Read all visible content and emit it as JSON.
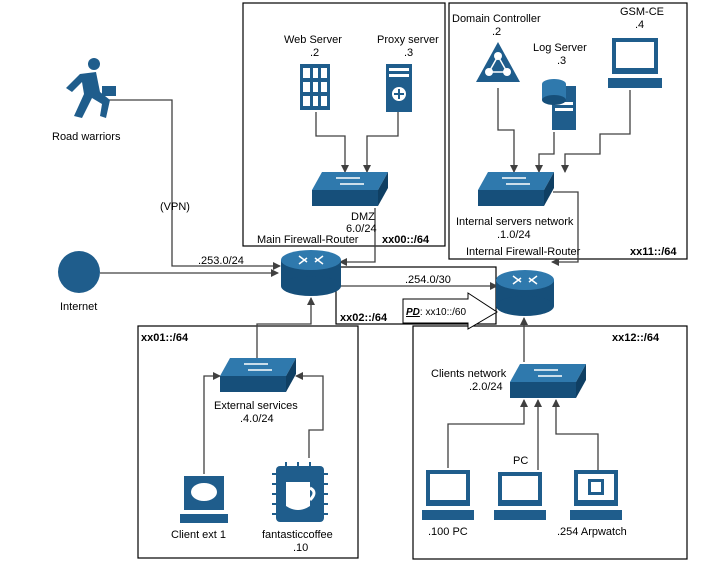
{
  "zones": {
    "dmz": "xx00::/64",
    "internal": "xx11::/64",
    "external": "xx01::/64",
    "clients": "xx12::/64",
    "transit": "xx02::/64"
  },
  "nodes": {
    "road_warriors": "Road warriors",
    "internet": "Internet",
    "web_server": {
      "name": "Web Server",
      "addr": ".2"
    },
    "proxy_server": {
      "name": "Proxy server",
      "addr": ".3"
    },
    "dmz_switch": {
      "name": "DMZ",
      "addr": "6.0/24"
    },
    "main_router": "Main Firewall-Router",
    "domain_controller": {
      "name": "Domain Controller",
      "addr": ".2"
    },
    "log_server": {
      "name": "Log Server",
      "addr": ".3"
    },
    "gsm_ce": {
      "name": "GSM-CE",
      "addr": ".4"
    },
    "internal_switch": {
      "name": "Internal servers network",
      "addr": ".1.0/24"
    },
    "internal_router": "Internal Firewall-Router",
    "external_switch": {
      "name": "External services",
      "addr": ".4.0/24"
    },
    "client_ext": "Client ext 1",
    "coffee": {
      "name": "fantasticcoffee",
      "addr": ".10"
    },
    "clients_switch": {
      "name": "Clients network",
      "addr": ".2.0/24"
    },
    "pc_top": "PC",
    "pc100": ".100 PC",
    "arpwatch": ".254 Arpwatch"
  },
  "links": {
    "vpn": "(VPN)",
    "internet_net": ".253.0/24",
    "transit_net": ".254.0/30",
    "pd_label": "PD",
    "pd_value": ": xx10::/60"
  },
  "colors": {
    "device_fill": "#1f5d8c",
    "device_dark": "#0f3f63",
    "device_light": "#ffffff",
    "line": "#404040"
  }
}
